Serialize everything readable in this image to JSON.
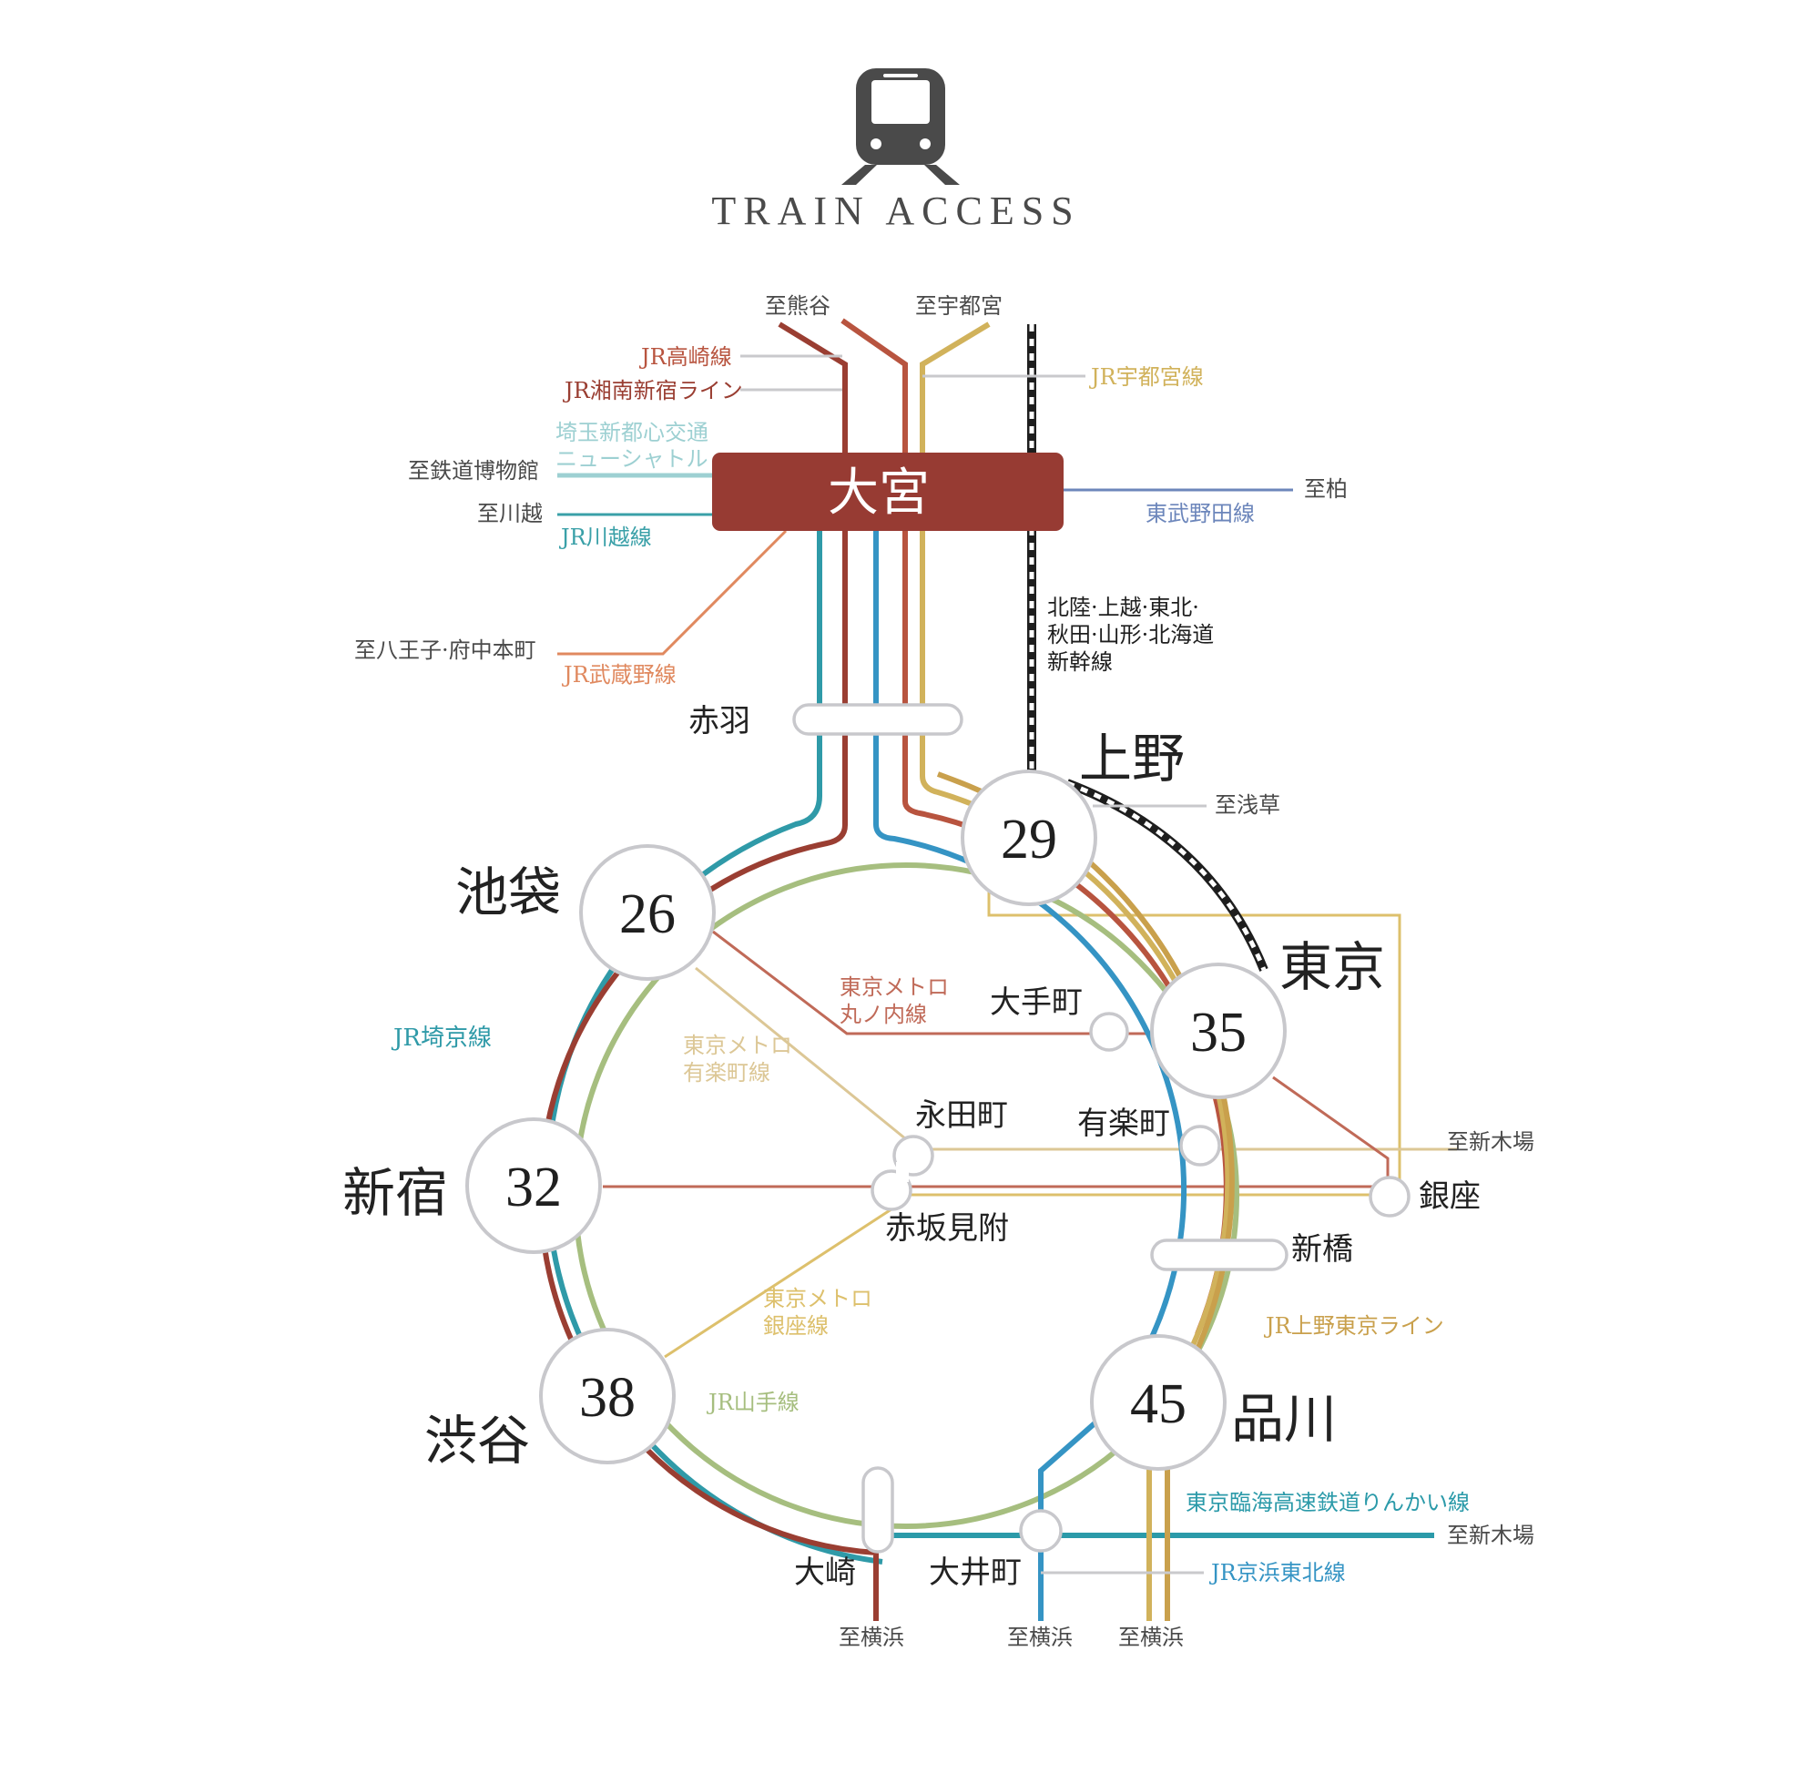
{
  "title": "TRAIN ACCESS",
  "colors": {
    "oomiya_box": "#973b33",
    "takasaki": "#b8543f",
    "shonan": "#9a3e32",
    "utsunomiya": "#d1b25b",
    "ueno_tokyo": "#c9a04c",
    "saikyo": "#2f9aa8",
    "keihin_tohoku": "#3594c4",
    "yamanote": "#a6be7f",
    "marunouchi": "#c06a58",
    "yurakucho": "#dcc796",
    "ginza": "#ddc06c",
    "rinkai": "#2b9aa9",
    "tobu_noda": "#6c86bb",
    "musashino": "#e0895f",
    "kawagoe": "#3aa0a8",
    "new_shuttle": "#9dd0d2",
    "shinkansen": "#1e1e1e"
  },
  "hub": {
    "name": "大宮"
  },
  "destinations": {
    "kumagaya": "至熊谷",
    "utsunomiya": "至宇都宮",
    "railway_museum": "至鉄道博物館",
    "kawagoe": "至川越",
    "kashiwa": "至柏",
    "hachioji": "至八王子·府中本町",
    "asakusa": "至浅草",
    "shinkiba_1": "至新木場",
    "shinkiba_2": "至新木場",
    "yokohama_1": "至横浜",
    "yokohama_2": "至横浜",
    "yokohama_3": "至横浜"
  },
  "lines": {
    "takasaki": "JR高崎線",
    "shonan": "JR湘南新宿ライン",
    "utsunomiya": "JR宇都宮線",
    "new_shuttle_1": "埼玉新都心交通",
    "new_shuttle_2": "ニューシャトル",
    "kawagoe": "JR川越線",
    "tobu_noda": "東武野田線",
    "musashino": "JR武蔵野線",
    "shinkansen_1": "北陸·上越·東北·",
    "shinkansen_2": "秋田·山形·北海道",
    "shinkansen_3": "新幹線",
    "saikyo": "JR埼京線",
    "marunouchi_1": "東京メトロ",
    "marunouchi_2": "丸ノ内線",
    "yurakucho_1": "東京メトロ",
    "yurakucho_2": "有楽町線",
    "ginza_1": "東京メトロ",
    "ginza_2": "銀座線",
    "yamanote": "JR山手線",
    "ueno_tokyo": "JR上野東京ライン",
    "rinkai": "東京臨海高速鉄道りんかい線",
    "keihin_tohoku": "JR京浜東北線"
  },
  "stations": {
    "ueno": {
      "name": "上野",
      "minutes": "29"
    },
    "ikebukuro": {
      "name": "池袋",
      "minutes": "26"
    },
    "tokyo": {
      "name": "東京",
      "minutes": "35"
    },
    "shinjuku": {
      "name": "新宿",
      "minutes": "32"
    },
    "shibuya": {
      "name": "渋谷",
      "minutes": "38"
    },
    "shinagawa": {
      "name": "品川",
      "minutes": "45"
    },
    "akabane": "赤羽",
    "otemachi": "大手町",
    "nagatacho": "永田町",
    "yurakucho": "有楽町",
    "ginza": "銀座",
    "akasaka_mitsuke": "赤坂見附",
    "shinbashi": "新橋",
    "osaki": "大崎",
    "oimachi": "大井町"
  }
}
